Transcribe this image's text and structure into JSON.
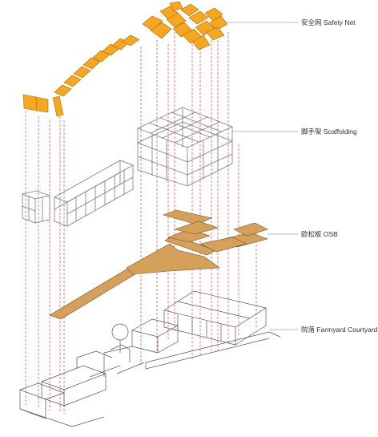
{
  "callouts": {
    "safety_net": "安全网 Safety Net",
    "scaffolding": "脚手架 Scaffolding",
    "osb": "欧松板 OSB",
    "courtyard": "院落 Farmyard Courtyard"
  },
  "colors": {
    "net_fill": "#f5a623",
    "net_stroke": "#b06d00",
    "osb_fill": "#d4a05c",
    "osb_stroke": "#7a5222",
    "scaffold_line": "#7a7a7a",
    "building_line": "#555555",
    "projection_line": "#e0454a",
    "leader_line": "#777777"
  }
}
